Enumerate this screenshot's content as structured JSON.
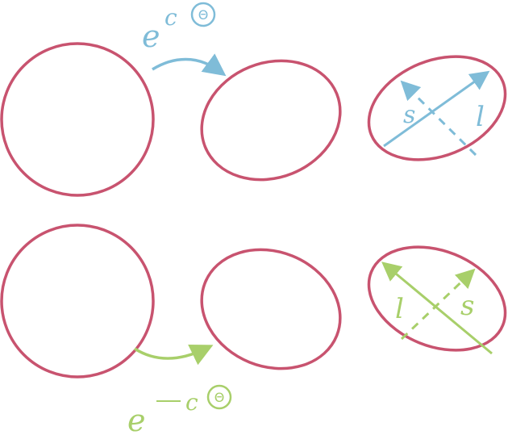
{
  "colors": {
    "ellipse": "#c8536f",
    "blue": "#7fbcd8",
    "green": "#a8cf6a"
  },
  "top_row": {
    "operator": {
      "base": "e",
      "exponent_var": "c",
      "exponent_sym": "Θ"
    },
    "axes": {
      "short": "s",
      "long": "l"
    }
  },
  "bottom_row": {
    "operator": {
      "base": "e",
      "minus": "−",
      "exponent_var": "c",
      "exponent_sym": "Θ"
    },
    "axes": {
      "short": "s",
      "long": "l"
    }
  }
}
